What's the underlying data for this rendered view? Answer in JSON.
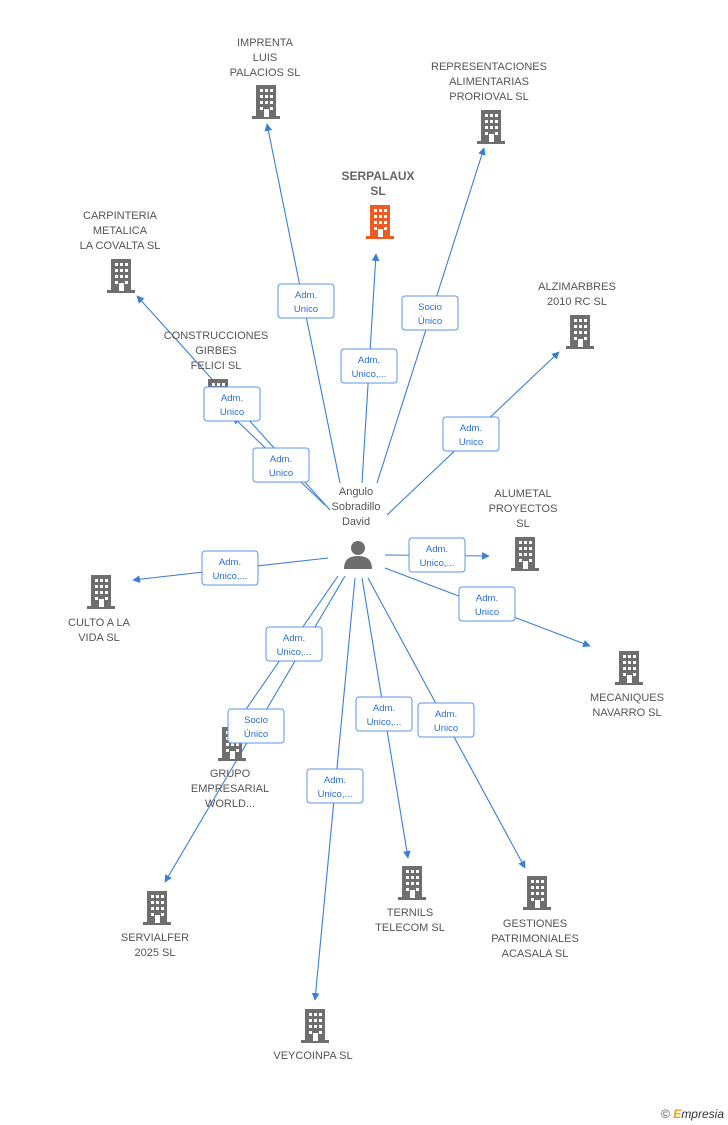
{
  "colors": {
    "edge": "#3a7fd6",
    "company": "#6e6e6e",
    "focus_company": "#ee5a24",
    "person": "#6e6e6e"
  },
  "person": {
    "label": [
      "Angulo",
      "Sobradillo",
      "David"
    ],
    "icon": "person-icon"
  },
  "companies": [
    {
      "id": "imprenta",
      "label": [
        "IMPRENTA",
        "LUIS",
        "PALACIOS SL"
      ]
    },
    {
      "id": "representaciones",
      "label": [
        "REPRESENTACIONES",
        "ALIMENTARIAS",
        "PRORIOVAL  SL"
      ]
    },
    {
      "id": "serpalaux",
      "label": [
        "SERPALAUX",
        "SL"
      ],
      "focus": true
    },
    {
      "id": "carpinteria",
      "label": [
        "CARPINTERIA",
        "METALICA",
        "LA COVALTA SL"
      ]
    },
    {
      "id": "alzimarbres",
      "label": [
        "ALZIMARBRES",
        "2010 RC  SL"
      ]
    },
    {
      "id": "construcciones",
      "label": [
        "CONSTRUCCIONES",
        "GIRBES",
        "FELICI  SL"
      ]
    },
    {
      "id": "alumetal",
      "label": [
        "ALUMETAL",
        "PROYECTOS",
        "SL"
      ]
    },
    {
      "id": "culto",
      "label": [
        "CULTO A LA",
        "VIDA SL"
      ]
    },
    {
      "id": "mecaniques",
      "label": [
        "MECANIQUES",
        "NAVARRO SL"
      ]
    },
    {
      "id": "grupo",
      "label": [
        "GRUPO",
        "EMPRESARIAL",
        "WORLD..."
      ]
    },
    {
      "id": "servialfer",
      "label": [
        "SERVIALFER",
        "2025  SL"
      ]
    },
    {
      "id": "ternils",
      "label": [
        "TERNILS",
        "TELECOM  SL"
      ]
    },
    {
      "id": "gestiones",
      "label": [
        "GESTIONES",
        "PATRIMONIALES",
        "ACASALA  SL"
      ]
    },
    {
      "id": "veycoinpa",
      "label": [
        "VEYCOINPA  SL"
      ]
    }
  ],
  "relations": [
    {
      "to": "imprenta",
      "label": [
        "Adm.",
        "Unico"
      ]
    },
    {
      "to": "serpalaux",
      "label": [
        "Adm.",
        "Unico,..."
      ]
    },
    {
      "to": "representaciones",
      "label": [
        "Socio",
        "Único"
      ]
    },
    {
      "to": "alzimarbres",
      "label": [
        "Adm.",
        "Unico"
      ]
    },
    {
      "to": "carpinteria",
      "label": [
        "Adm.",
        "Unico"
      ]
    },
    {
      "to": "construcciones",
      "label": [
        "Adm.",
        "Unico"
      ]
    },
    {
      "to": "alumetal",
      "label": [
        "Adm.",
        "Unico,..."
      ]
    },
    {
      "to": "culto",
      "label": [
        "Adm.",
        "Unico,..."
      ]
    },
    {
      "to": "mecaniques",
      "label": [
        "Adm.",
        "Unico"
      ]
    },
    {
      "to": "grupo",
      "label": [
        "Adm.",
        "Unico,..."
      ]
    },
    {
      "to": "servialfer",
      "label": [
        "Socio",
        "Único"
      ]
    },
    {
      "to": "veycoinpa",
      "label": [
        "Adm.",
        "Unico,..."
      ]
    },
    {
      "to": "ternils",
      "label": [
        "Adm.",
        "Unico,..."
      ]
    },
    {
      "to": "gestiones",
      "label": [
        "Adm.",
        "Unico"
      ]
    }
  ],
  "footer": {
    "copyright": "©",
    "brand_e": "E",
    "brand_rest": "mpresia"
  }
}
